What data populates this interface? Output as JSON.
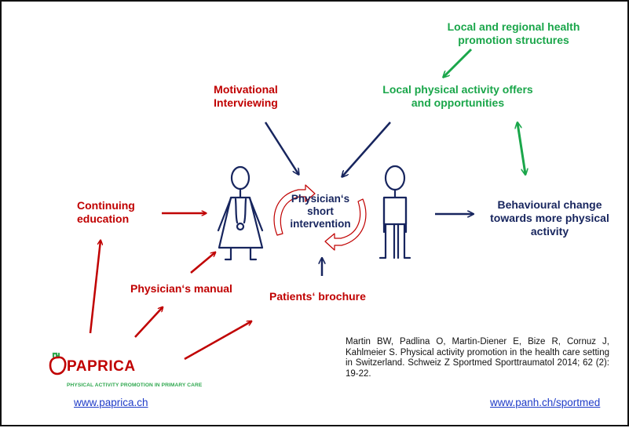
{
  "labels": {
    "local_regional": "Local and regional health promotion structures",
    "local_pa": "Local physical activity offers and opportunities",
    "motivational": "Motivational Interviewing",
    "continuing": "Continuing education",
    "center": "Physician‘s short intervention",
    "behaviour": "Behavioural change towards more physical activity",
    "manual": "Physician‘s manual",
    "brochure": "Patients‘ brochure"
  },
  "reference": "Martin BW, Padlina O, Martin-Diener E, Bize R, Cornuz J, Kahlmeier S. Physical activity promotion in the health care setting in Switzerland. Schweiz Z Sportmed Sporttraumatol 2014; 62 (2): 19-22.",
  "logo": {
    "name": "PAPRICA",
    "tagline": "PHYSICAL ACTIVITY PROMOTION IN PRIMARY CARE"
  },
  "links": {
    "left": "www.paprica.ch",
    "right": "www.panh.ch/sportmed"
  },
  "colors": {
    "red": "#c00000",
    "green": "#1aa64a",
    "navy": "#17255e",
    "link": "#1f3cc8"
  },
  "icons": [
    "physician-figure-icon",
    "patient-figure-icon",
    "cycle-arrows-icon",
    "paprica-logo-icon"
  ]
}
